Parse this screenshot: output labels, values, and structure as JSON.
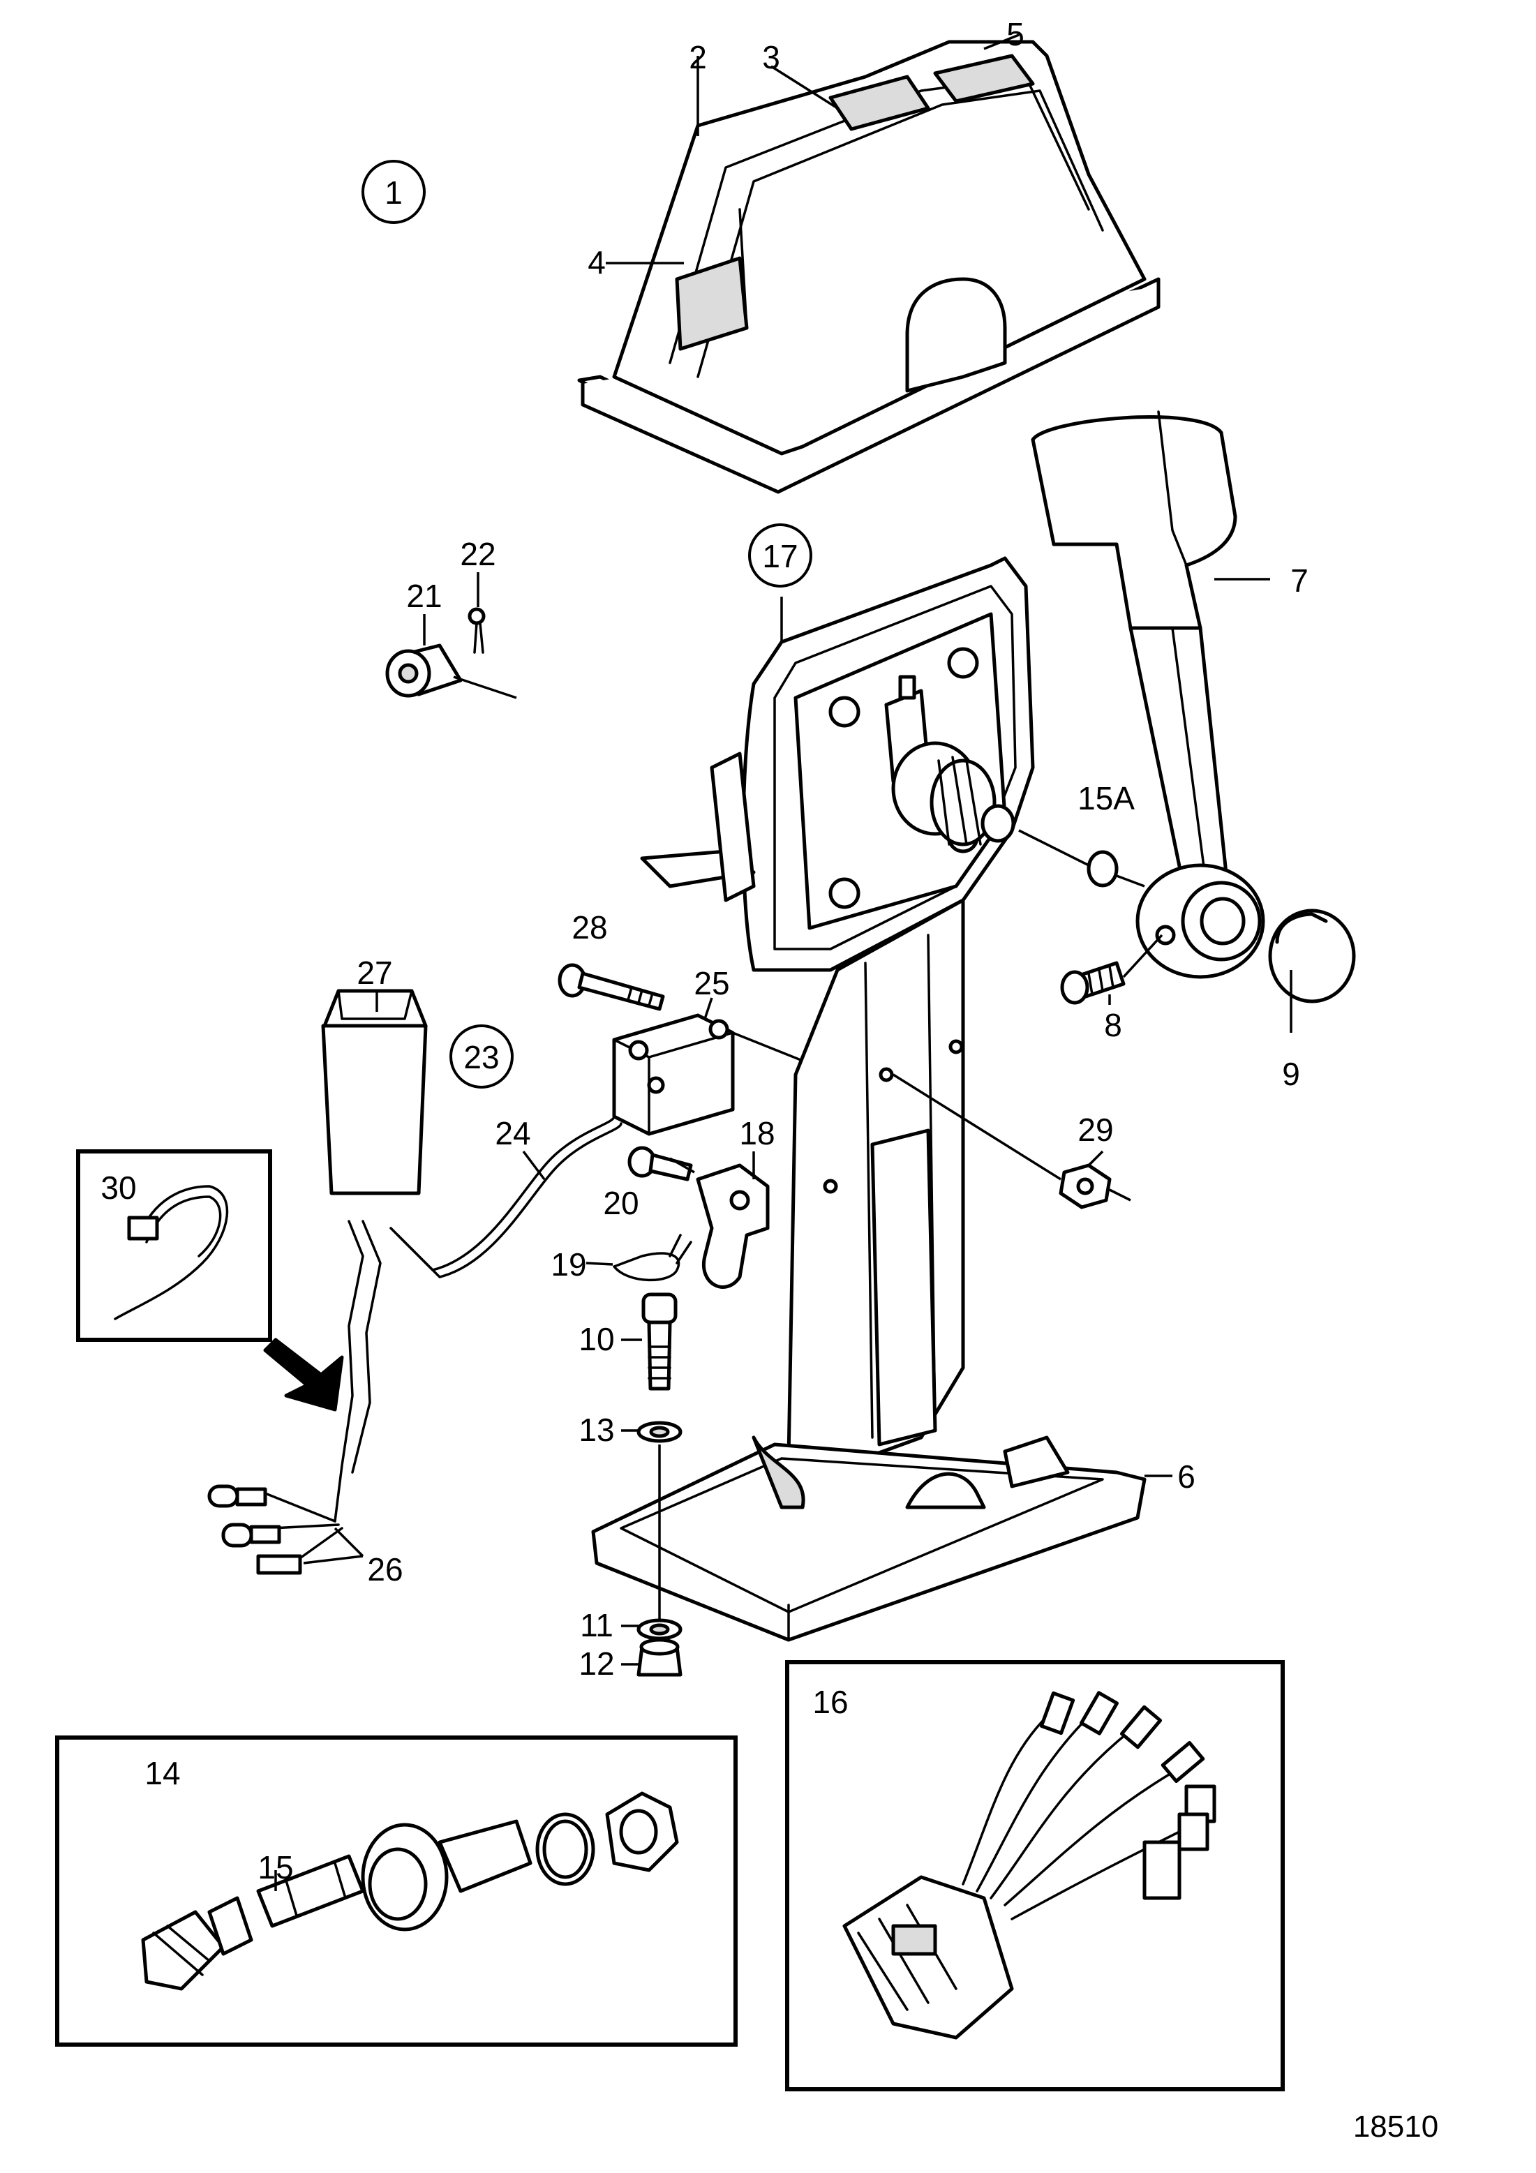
{
  "figure_id": "18510",
  "callouts": {
    "c1": "1",
    "c2": "2",
    "c3": "3",
    "c4": "4",
    "c5": "5",
    "c6": "6",
    "c7": "7",
    "c8": "8",
    "c9": "9",
    "c10": "10",
    "c11": "11",
    "c12": "12",
    "c13": "13",
    "c14": "14",
    "c15": "15",
    "c15a": "15A",
    "c16": "16",
    "c17": "17",
    "c18": "18",
    "c19": "19",
    "c20": "20",
    "c21": "21",
    "c22": "22",
    "c23": "23",
    "c24": "24",
    "c25": "25",
    "c26": "26",
    "c27": "27",
    "c28": "28",
    "c29": "29",
    "c30": "30"
  }
}
